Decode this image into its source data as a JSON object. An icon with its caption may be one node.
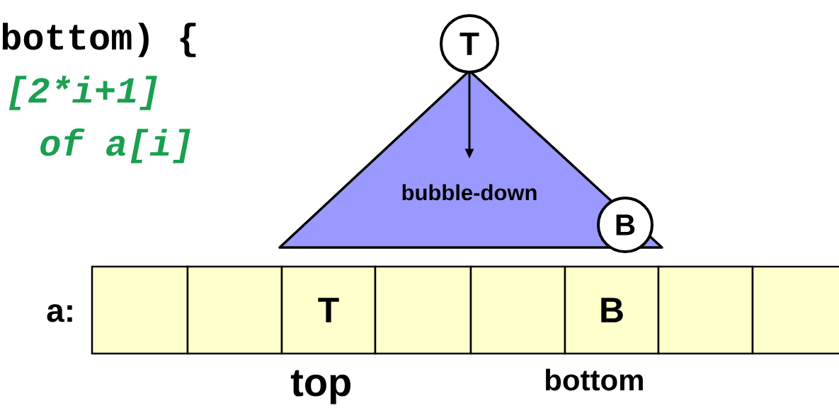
{
  "diagram": {
    "nodes": [
      {
        "text": [
          "T"
        ]
      },
      {
        "text": [
          "bubble-down"
        ]
      },
      {
        "text": [
          "B"
        ]
      },
      {
        "text": [],
        "shape": "box"
      },
      {
        "text": [],
        "shape": "box"
      },
      {
        "text": [
          "T"
        ]
      },
      {
        "text": [],
        "shape": "box"
      },
      {
        "text": [],
        "shape": "box"
      },
      {
        "text": [
          "B"
        ]
      },
      {
        "text": [],
        "shape": "box"
      },
      {
        "text": [],
        "shape": "box"
      }
    ],
    "edges": [
      {
        "from": 0,
        "to": 1,
        "arrow": "to"
      }
    ],
    "labels": [
      "bottom) {",
      "[2*i+1]",
      "of a[i]",
      "a:",
      "top",
      "bottom"
    ]
  }
}
